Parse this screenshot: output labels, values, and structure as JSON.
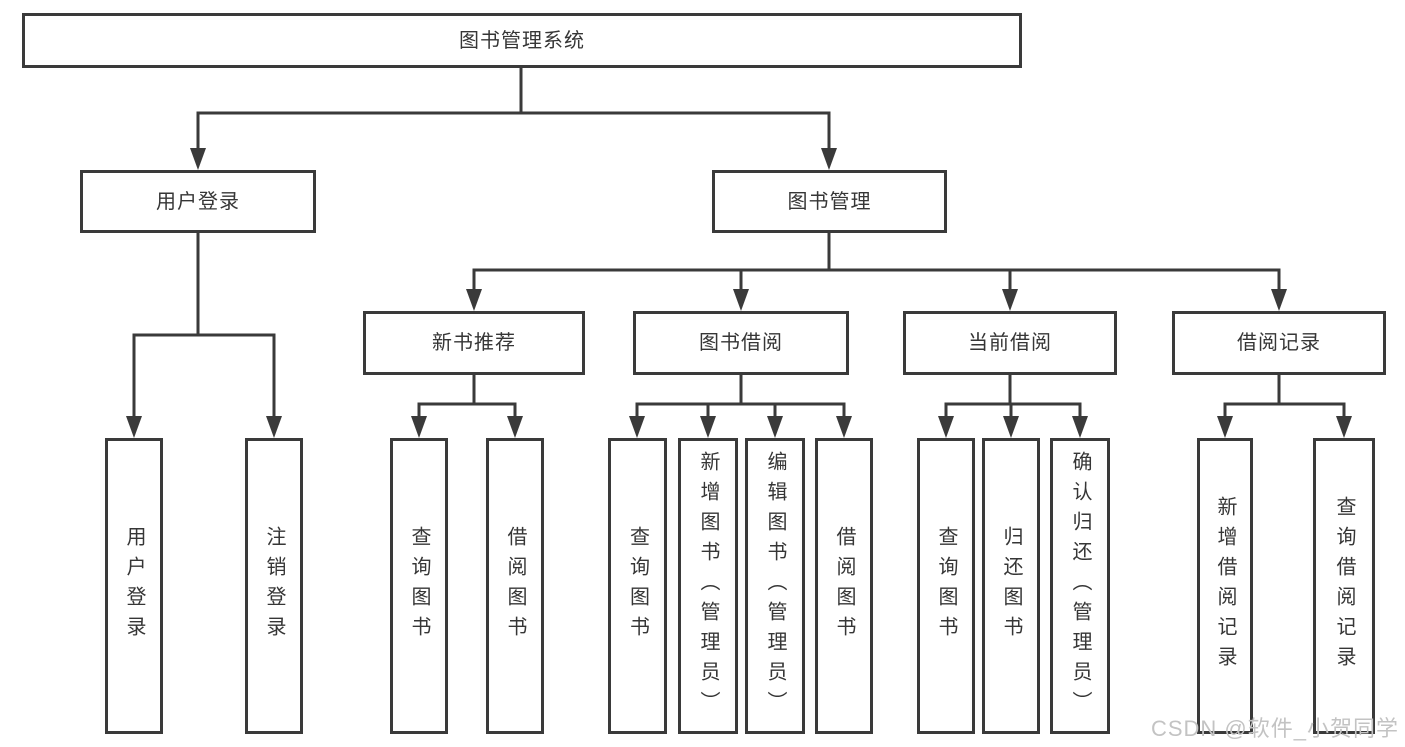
{
  "tree": {
    "label": "图书管理系统",
    "children": [
      {
        "label": "用户登录",
        "children": [
          {
            "label": "用户登录"
          },
          {
            "label": "注销登录"
          }
        ]
      },
      {
        "label": "图书管理",
        "children": [
          {
            "label": "新书推荐",
            "children": [
              {
                "label": "查询图书"
              },
              {
                "label": "借阅图书"
              }
            ]
          },
          {
            "label": "图书借阅",
            "children": [
              {
                "label": "查询图书"
              },
              {
                "label": "新增图书（管理员）"
              },
              {
                "label": "编辑图书（管理员）"
              },
              {
                "label": "借阅图书"
              }
            ]
          },
          {
            "label": "当前借阅",
            "children": [
              {
                "label": "查询图书"
              },
              {
                "label": "归还图书"
              },
              {
                "label": "确认归还（管理员）"
              }
            ]
          },
          {
            "label": "借阅记录",
            "children": [
              {
                "label": "新增借阅记录"
              },
              {
                "label": "查询借阅记录"
              }
            ]
          }
        ]
      }
    ]
  },
  "watermark": "CSDN @软件_小贺同学",
  "colors": {
    "line": "#3a3a3a",
    "box_border": "#3a3a3a",
    "text": "#363636",
    "watermark": "#c3c3c3",
    "background": "#ffffff"
  }
}
